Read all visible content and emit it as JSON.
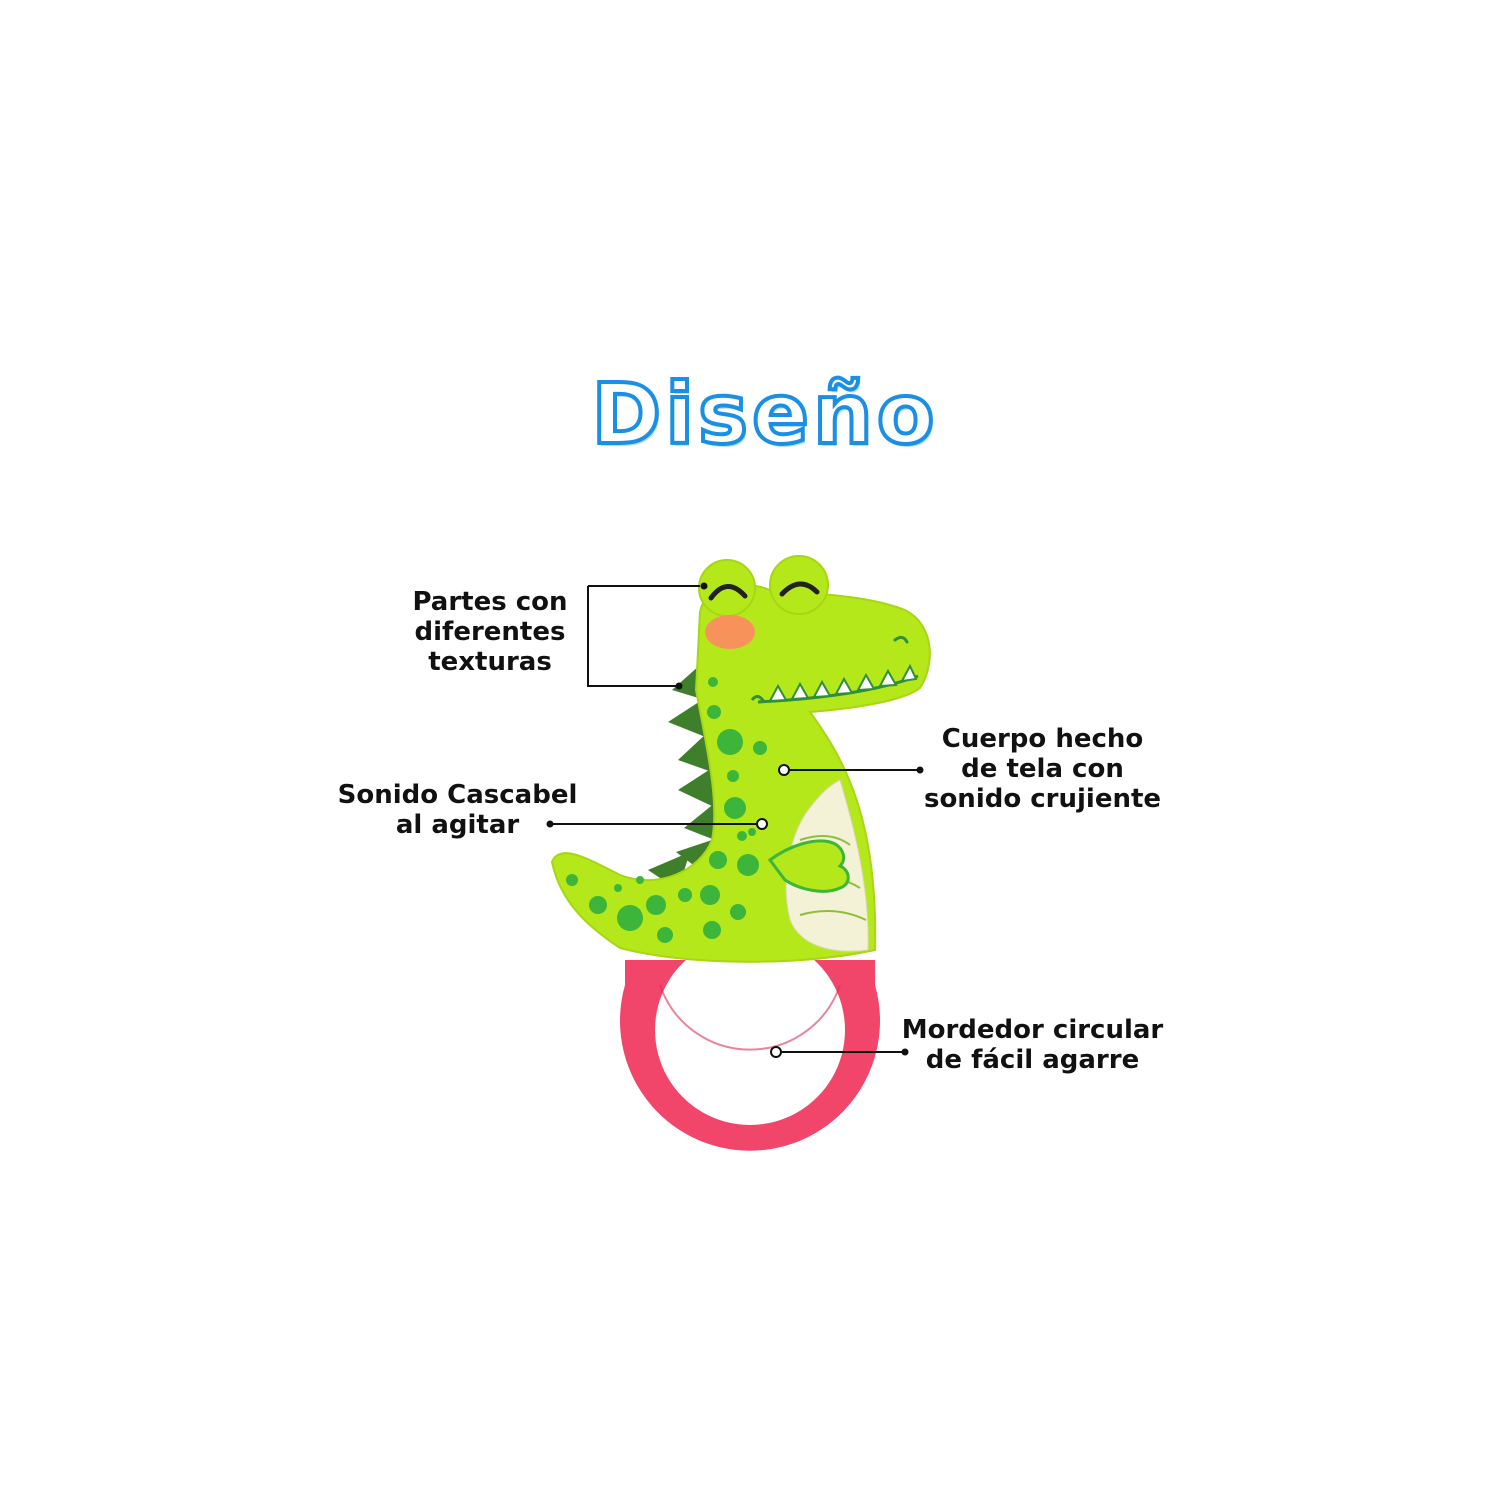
{
  "title": "Diseño",
  "colors": {
    "title_outline": "#1a8fe6",
    "dino_body": "#b5e81a",
    "dino_spots": "#3cb53a",
    "dino_spikes": "#3f7f2c",
    "belly": "#f3f1d6",
    "cheek": "#f7935a",
    "teether_ring": "#f2456a"
  },
  "callouts": {
    "textures": {
      "lines": [
        "Partes con",
        "diferentes",
        "texturas"
      ]
    },
    "rattle": {
      "lines": [
        "Sonido Cascabel",
        "al agitar"
      ]
    },
    "body": {
      "lines": [
        "Cuerpo hecho",
        "de tela con",
        "sonido crujiente"
      ]
    },
    "teether": {
      "lines": [
        "Mordedor circular",
        "de fácil agarre"
      ]
    }
  }
}
